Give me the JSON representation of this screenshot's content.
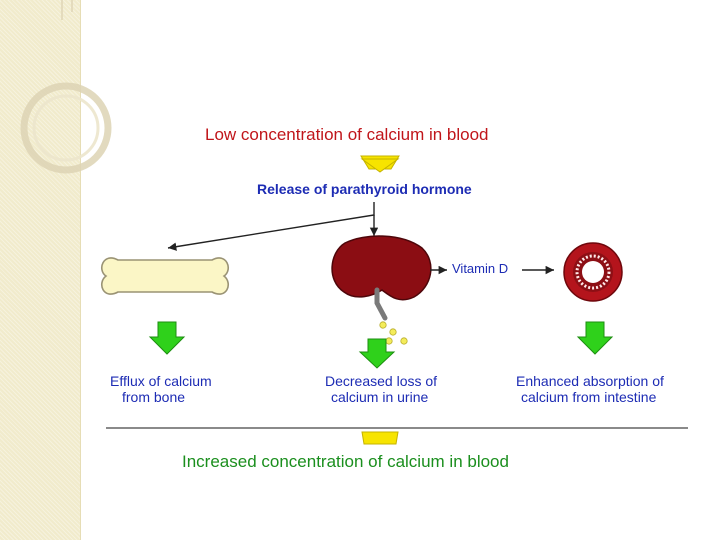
{
  "diagram": {
    "top_title": "Low concentration of calcium in blood",
    "release_label": "Release of parathyroid hormone",
    "vitamin_label": "Vitamin D",
    "outcomes": [
      {
        "line1": "Efflux of calcium",
        "line2": "from bone"
      },
      {
        "line1": "Decreased loss of",
        "line2": "calcium in urine"
      },
      {
        "line1": "Enhanced absorption of",
        "line2": "calcium from intestine"
      }
    ],
    "bottom_title": "Increased concentration of calcium in blood"
  },
  "colors": {
    "red_text": "#c0151a",
    "blue_text": "#1d2cb4",
    "green_text": "#1b8f1e",
    "yellow_arrow": "#f7e400",
    "green_arrow": "#2fd11b",
    "kidney": "#8b0d13",
    "bone": "#fbf6c6"
  }
}
